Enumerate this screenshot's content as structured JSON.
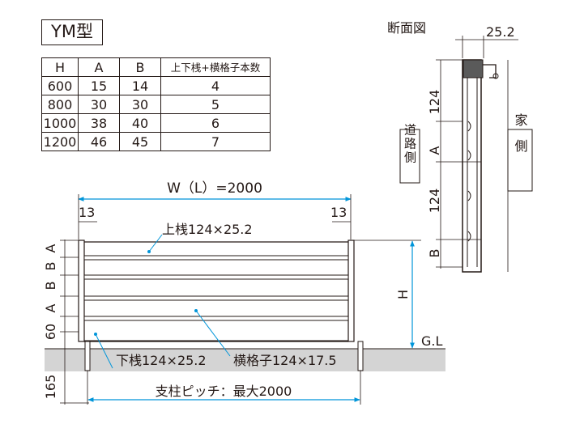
{
  "title": "YM型",
  "spec_table": {
    "headers": [
      "H",
      "A",
      "B",
      "上下桟+横格子本数"
    ],
    "rows": [
      [
        "600",
        "15",
        "14",
        "4"
      ],
      [
        "800",
        "30",
        "30",
        "5"
      ],
      [
        "1000",
        "38",
        "40",
        "6"
      ],
      [
        "1200",
        "46",
        "45",
        "7"
      ]
    ]
  },
  "section": {
    "title": "断面図",
    "top_dim": "25.2",
    "dim_124_upper": "124",
    "dim_a": "A",
    "dim_124_lower": "124",
    "dim_b": "B",
    "road_side": "道路側",
    "house_side": "家側"
  },
  "elevation": {
    "width_label": "W（L）=2000",
    "left_offset": "13",
    "right_offset": "13",
    "top_rail_label": "上桟124×25.2",
    "bottom_rail_label": "下桟124×25.2",
    "lattice_label": "横格子124×17.5",
    "height_label": "H",
    "ground_label": "G.L",
    "left_dims": [
      "A",
      "B",
      "B",
      "A",
      "60"
    ],
    "post_depth": "165",
    "post_pitch_label": "支柱ピッチ：最大2000"
  },
  "colors": {
    "line": "#231815",
    "accent": "#0095d9",
    "ground": "#d4d4d4"
  }
}
